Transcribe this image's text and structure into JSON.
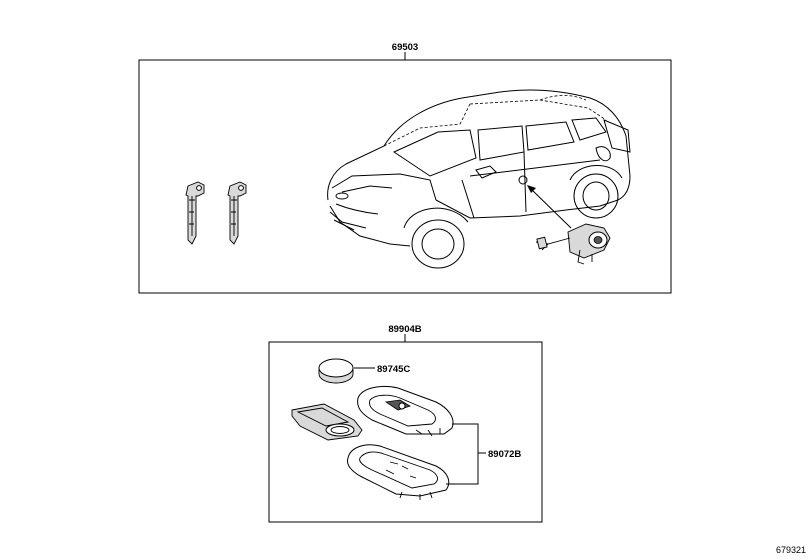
{
  "labels": {
    "assembly_top": "69503",
    "assembly_bottom": "89904B",
    "battery": "89745C",
    "key_case": "89072B",
    "figure_id": "679321"
  }
}
